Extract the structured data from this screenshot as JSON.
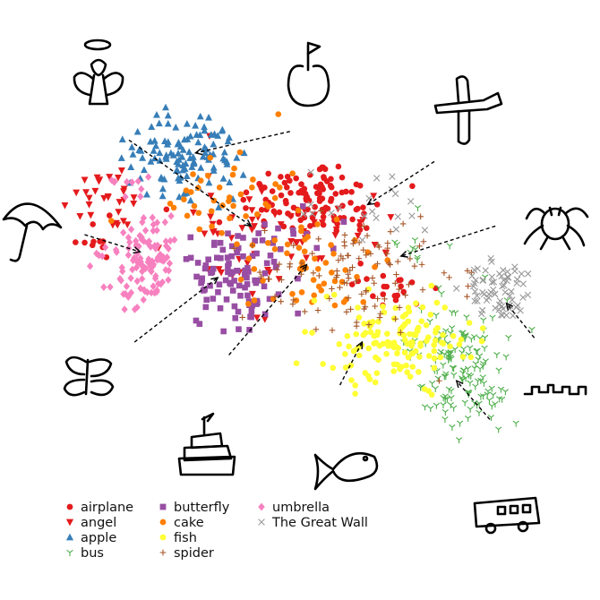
{
  "chart_data": {
    "type": "scatter",
    "title": "",
    "xlabel": "",
    "ylabel": "",
    "xlim": [
      0,
      100
    ],
    "ylim": [
      0,
      100
    ],
    "grid": false,
    "axes_visible": false,
    "legend_placement": "bottom-left",
    "legend_columns": 3,
    "series": [
      {
        "name": "airplane",
        "marker": "circle",
        "color": "#e41a1c",
        "clusters": [
          {
            "cx": 53,
            "cy": 32,
            "sx": 6.5,
            "sy": 4.5,
            "n": 110
          },
          {
            "cx": 66,
            "cy": 52,
            "sx": 4,
            "sy": 3,
            "n": 20
          },
          {
            "cx": 15,
            "cy": 41,
            "sx": 3,
            "sy": 4,
            "n": 10
          }
        ]
      },
      {
        "name": "angel",
        "marker": "triangle-down",
        "color": "#e41a1c",
        "clusters": [
          {
            "cx": 16,
            "cy": 32,
            "sx": 3.5,
            "sy": 4,
            "n": 30
          },
          {
            "cx": 50,
            "cy": 38,
            "sx": 10,
            "sy": 5,
            "n": 50
          },
          {
            "cx": 40,
            "cy": 50,
            "sx": 5,
            "sy": 4,
            "n": 15
          }
        ]
      },
      {
        "name": "apple",
        "marker": "triangle-up",
        "color": "#377eb8",
        "clusters": [
          {
            "cx": 30,
            "cy": 22,
            "sx": 4.5,
            "sy": 5,
            "n": 120
          }
        ]
      },
      {
        "name": "bus",
        "marker": "tri",
        "color": "#4daf4a",
        "clusters": [
          {
            "cx": 80,
            "cy": 70,
            "sx": 4.5,
            "sy": 7,
            "n": 150
          },
          {
            "cx": 72,
            "cy": 42,
            "sx": 3,
            "sy": 3,
            "n": 10
          }
        ]
      },
      {
        "name": "butterfly",
        "marker": "square",
        "color": "#984ea3",
        "clusters": [
          {
            "cx": 39,
            "cy": 51,
            "sx": 3.8,
            "sy": 5.5,
            "n": 95
          },
          {
            "cx": 50,
            "cy": 40,
            "sx": 6,
            "sy": 3,
            "n": 15
          }
        ]
      },
      {
        "name": "cake",
        "marker": "circle",
        "color": "#ff7f00",
        "clusters": [
          {
            "cx": 52,
            "cy": 47,
            "sx": 5,
            "sy": 5.5,
            "n": 55
          },
          {
            "cx": 36,
            "cy": 30,
            "sx": 8,
            "sy": 6,
            "n": 40
          }
        ]
      },
      {
        "name": "fish",
        "marker": "circle",
        "color": "#ffff33",
        "clusters": [
          {
            "cx": 68,
            "cy": 65,
            "sx": 7,
            "sy": 5,
            "n": 140
          }
        ]
      },
      {
        "name": "spider",
        "marker": "plus",
        "color": "#a65628",
        "clusters": [
          {
            "cx": 61,
            "cy": 50,
            "sx": 9,
            "sy": 7,
            "n": 110
          }
        ]
      },
      {
        "name": "umbrella",
        "marker": "diamond",
        "color": "#f781bf",
        "clusters": [
          {
            "cx": 23,
            "cy": 46,
            "sx": 3.2,
            "sy": 5.5,
            "n": 110
          },
          {
            "cx": 20,
            "cy": 29,
            "sx": 3,
            "sy": 2,
            "n": 10
          }
        ]
      },
      {
        "name": "The Great Wall",
        "marker": "x",
        "color": "#999999",
        "clusters": [
          {
            "cx": 87,
            "cy": 53,
            "sx": 3,
            "sy": 3.5,
            "n": 70
          },
          {
            "cx": 65,
            "cy": 35,
            "sx": 6,
            "sy": 4,
            "n": 20
          }
        ]
      }
    ],
    "annotations": [
      {
        "sketch": "angel",
        "from": [
          20,
          18
        ],
        "to": [
          42,
          38
        ]
      },
      {
        "sketch": "apple",
        "from": [
          49,
          16
        ],
        "to": [
          32,
          21
        ]
      },
      {
        "sketch": "airplane",
        "from": [
          75,
          23
        ],
        "to": [
          63,
          33
        ]
      },
      {
        "sketch": "spider",
        "from": [
          86,
          38
        ],
        "to": [
          69,
          45
        ]
      },
      {
        "sketch": "umbrella",
        "from": [
          12,
          40
        ],
        "to": [
          22,
          44
        ]
      },
      {
        "sketch": "butterfly",
        "from": [
          21,
          65
        ],
        "to": [
          36,
          50
        ]
      },
      {
        "sketch": "cake",
        "from": [
          38,
          68
        ],
        "to": [
          52,
          47
        ]
      },
      {
        "sketch": "fish",
        "from": [
          58,
          75
        ],
        "to": [
          62,
          65
        ]
      },
      {
        "sketch": "bus",
        "from": [
          85,
          83
        ],
        "to": [
          79,
          74
        ]
      },
      {
        "sketch": "The Great Wall",
        "from": [
          93,
          64
        ],
        "to": [
          88,
          56
        ]
      }
    ]
  }
}
